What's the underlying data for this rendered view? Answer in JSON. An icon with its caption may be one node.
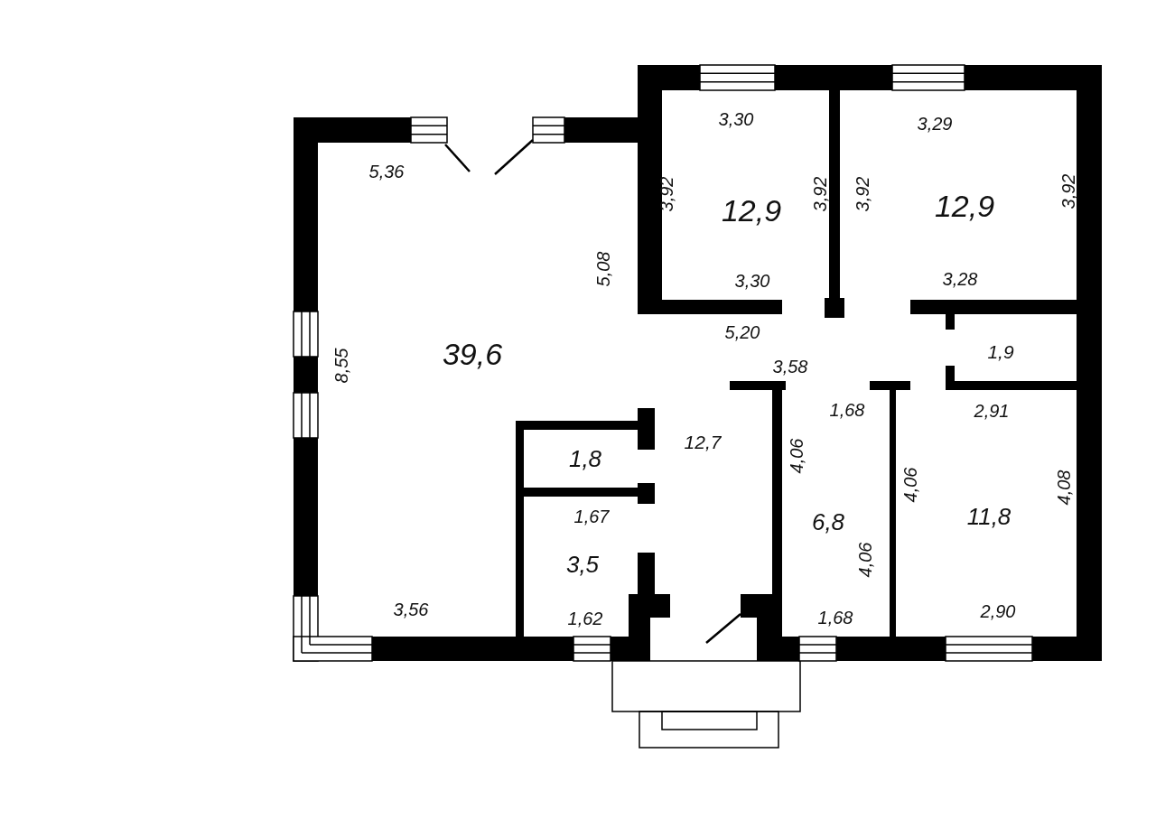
{
  "diagram": {
    "nodes": [
      {
        "text": [
          "12,9"
        ]
      },
      {
        "text": [
          "12,9"
        ]
      },
      {
        "text": [
          "39,6"
        ]
      },
      {
        "text": [
          "1,9"
        ]
      },
      {
        "text": [
          "12,7"
        ]
      },
      {
        "text": [
          "1,8"
        ]
      },
      {
        "text": [
          "11,8"
        ]
      },
      {
        "text": [
          "6,8"
        ]
      },
      {
        "text": [
          "3,5"
        ]
      }
    ],
    "edges": [],
    "labels": [
      "3,30",
      "3,29",
      "5,36",
      "3,92",
      "3,92",
      "3,92",
      "3,92",
      "5,08",
      "3,30",
      "3,28",
      "5,20",
      "8,55",
      "3,58",
      "1,68",
      "2,91",
      "4,06",
      "4,06",
      "4,08",
      "1,67",
      "4,06",
      "3,56",
      "1,62",
      "1,68",
      "2,90"
    ]
  }
}
